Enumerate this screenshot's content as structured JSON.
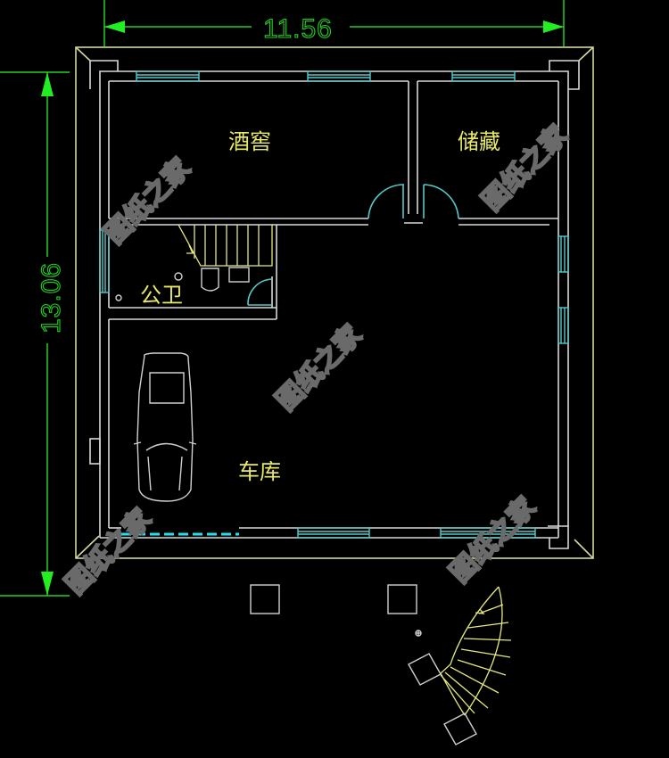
{
  "drawing": {
    "type": "floor-plan",
    "background": "#000000",
    "dimensions": {
      "width_label": "11.56",
      "height_label": "13.06"
    },
    "rooms": [
      {
        "id": "wine-cellar",
        "label": "酒窖"
      },
      {
        "id": "storage",
        "label": "储藏"
      },
      {
        "id": "public-toilet",
        "label": "公卫"
      },
      {
        "id": "garage",
        "label": "车库"
      }
    ],
    "watermarks": [
      "图纸之家",
      "图纸之家",
      "图纸之家",
      "图纸之家",
      "图纸之家"
    ],
    "colors": {
      "dimension": "#22d022",
      "walls": "#d8d8d8",
      "outer_boundary": "#d6d6a0",
      "windows_doors": "#58c8c8",
      "stairs_text": "#e8e880",
      "watermark": "#6a6a6a"
    }
  }
}
